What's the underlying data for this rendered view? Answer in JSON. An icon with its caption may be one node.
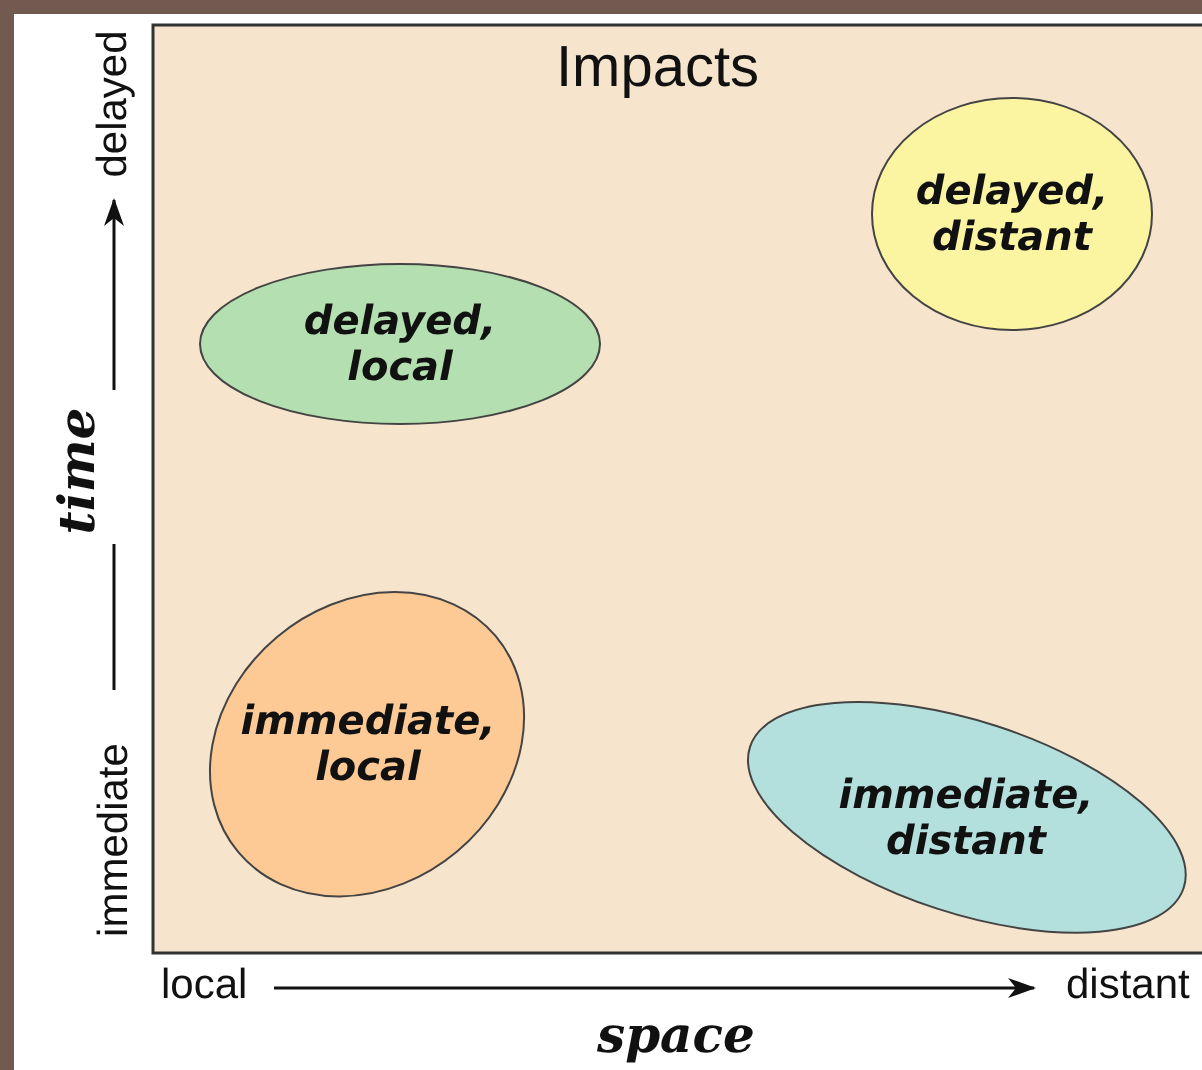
{
  "diagram": {
    "title": "Impacts",
    "nodes": [
      {
        "text": [
          "delayed, distant"
        ]
      },
      {
        "text": [
          "delayed, local"
        ]
      },
      {
        "text": [
          "immediate, local"
        ]
      },
      {
        "text": [
          "immediate, distant"
        ]
      }
    ],
    "labels": [
      "delayed",
      "time",
      "immediate",
      "local",
      "distant",
      "space"
    ]
  }
}
